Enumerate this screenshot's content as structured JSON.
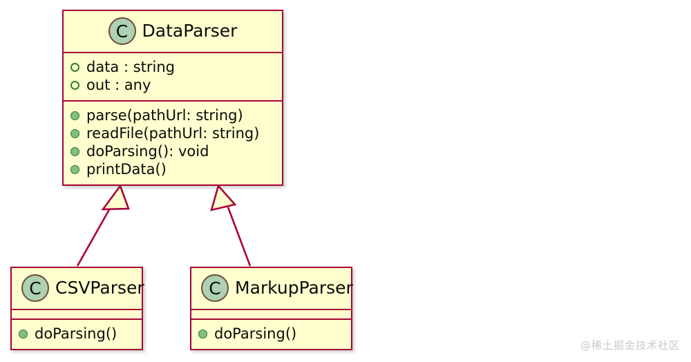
{
  "diagram": {
    "type": "uml-class-diagram",
    "colors": {
      "border": "#A80036",
      "fill": "#FEFECE",
      "icon_fill": "#ADD1B2",
      "icon_border": "#6D4A3C",
      "public_marker": "#84BE84",
      "protected_marker": "#2F7F2F",
      "background": "#FFFFFF",
      "watermark": "#C9C9C9"
    },
    "classes": [
      {
        "id": "data-parser",
        "name": "DataParser",
        "stereotype_letter": "C",
        "attributes": [
          {
            "visibility": "protected",
            "label": "data : string"
          },
          {
            "visibility": "protected",
            "label": "out : any"
          }
        ],
        "methods": [
          {
            "visibility": "public",
            "label": "parse(pathUrl: string)"
          },
          {
            "visibility": "public",
            "label": "readFile(pathUrl: string)"
          },
          {
            "visibility": "public",
            "label": "doParsing(): void"
          },
          {
            "visibility": "public",
            "label": "printData()"
          }
        ]
      },
      {
        "id": "csv-parser",
        "name": "CSVParser",
        "stereotype_letter": "C",
        "attributes": [],
        "methods": [
          {
            "visibility": "public",
            "label": "doParsing()"
          }
        ]
      },
      {
        "id": "markup-parser",
        "name": "MarkupParser",
        "stereotype_letter": "C",
        "attributes": [],
        "methods": [
          {
            "visibility": "public",
            "label": "doParsing()"
          }
        ]
      }
    ],
    "relationships": [
      {
        "type": "generalization",
        "from": "csv-parser",
        "to": "data-parser"
      },
      {
        "type": "generalization",
        "from": "markup-parser",
        "to": "data-parser"
      }
    ]
  },
  "watermark": {
    "text": "@稀土掘金技术社区"
  }
}
